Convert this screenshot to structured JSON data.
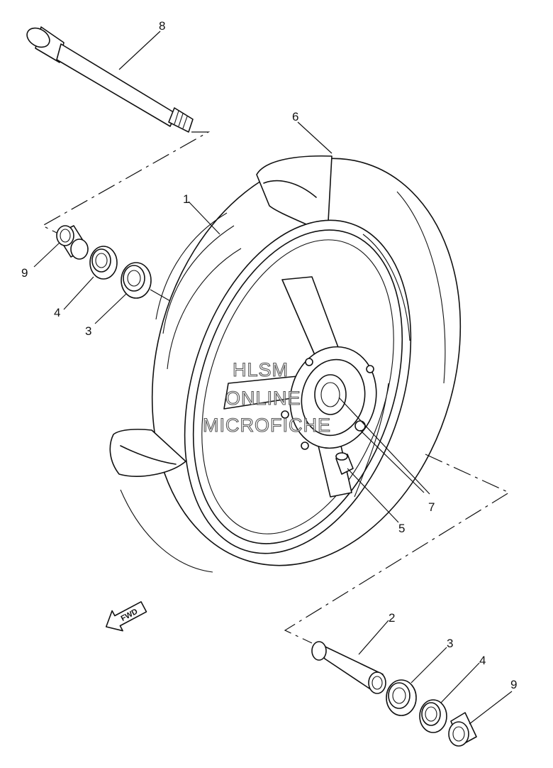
{
  "callouts": {
    "c8": "8",
    "c6": "6",
    "c1": "1",
    "c9_top": "9",
    "c4_top": "4",
    "c3_top": "3",
    "c7": "7",
    "c5": "5",
    "c2": "2",
    "c3_bottom": "3",
    "c4_bottom": "4",
    "c9_bottom": "9"
  },
  "direction_arrow": {
    "label": "FWD"
  },
  "watermark": {
    "line1": "HLSM",
    "line2": "ONLINE",
    "line3": "MICROFICHE"
  }
}
